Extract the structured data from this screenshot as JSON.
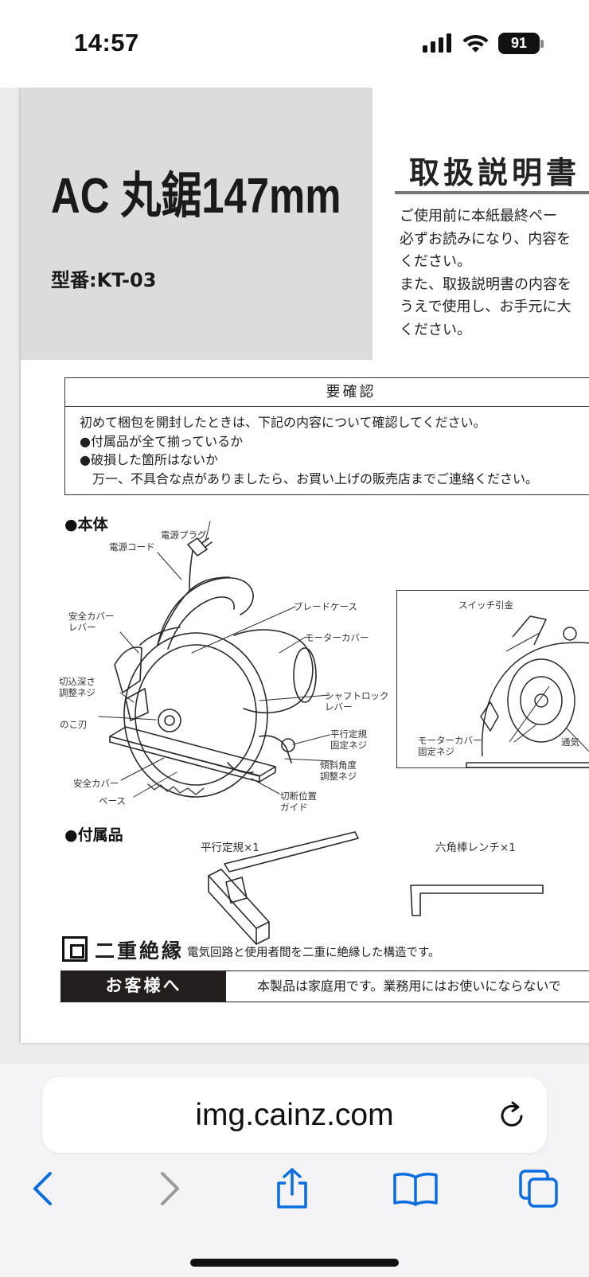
{
  "status_bar": {
    "time": "14:57",
    "battery": "91"
  },
  "document": {
    "product_title": "AC 丸鋸147mm",
    "model": "型番:KT-03",
    "manual_title": "取扱説明書",
    "intro_lines": [
      "ご使用前に本紙最終ペー",
      "必ずお読みになり、内容を",
      "ください。",
      "また、取扱説明書の内容を",
      "うえで使用し、お手元に大",
      "ください。"
    ],
    "check": {
      "heading": "要確認",
      "lines": [
        "初めて梱包を開封したときは、下記の内容について確認してください。",
        "●付属品が全て揃っているか",
        "●破損した箇所はないか",
        "　万一、不具合な点がありましたら、お買い上げの販売店までご連絡ください。"
      ]
    },
    "body_section": {
      "heading": "●本体",
      "labels": {
        "power_plug": "電源プラグ",
        "power_cord": "電源コード",
        "blade_case": "ブレードケース",
        "safety_lever_1": "安全カバー",
        "safety_lever_2": "レバー",
        "motor_cover": "モーターカバー",
        "depth_screw_1": "切込深さ",
        "depth_screw_2": "調整ネジ",
        "shaft_lock_1": "シャフトロック",
        "shaft_lock_2": "レバー",
        "blade": "のこ刃",
        "guide_screw_1": "平行定規",
        "guide_screw_2": "固定ネジ",
        "bevel_screw_1": "傾斜角度",
        "bevel_screw_2": "調整ネジ",
        "safety_cover": "安全カバー",
        "base": "ベース",
        "cut_guide_1": "切断位置",
        "cut_guide_2": "ガイド",
        "switch_trigger": "スイッチ引金",
        "motor_screw_1": "モーターカバー",
        "motor_screw_2": "固定ネジ",
        "vent": "通気"
      }
    },
    "accessories": {
      "heading": "●付属品",
      "guide": "平行定規×1",
      "wrench": "六角棒レンチ×1"
    },
    "insulation": {
      "title": "二重絶縁",
      "desc": "電気回路と使用者間を二重に絶縁した構造です。"
    },
    "notice": {
      "label": "お客様へ",
      "text": "本製品は家庭用です。業務用にはお使いにならないで"
    }
  },
  "browser": {
    "url": "img.cainz.com"
  },
  "colors": {
    "accent": "#0a6cde",
    "title_block": "#dcdcdc",
    "notice_label_bg": "#231f1f"
  }
}
